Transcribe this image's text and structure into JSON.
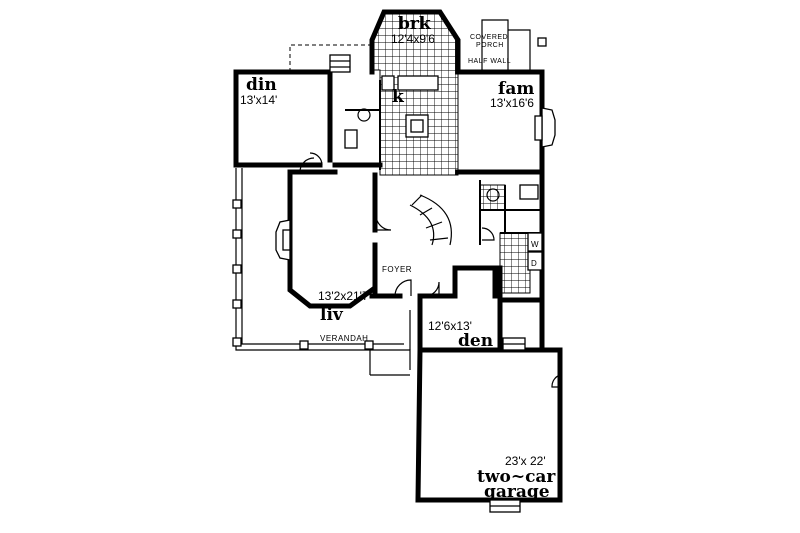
{
  "rooms": {
    "breakfast": {
      "name": "brk",
      "dims": "12'4x9'6"
    },
    "dining": {
      "name": "din",
      "dims": "13'x14'"
    },
    "family": {
      "name": "fam",
      "dims": "13'x16'6"
    },
    "kitchen": {
      "name": "k"
    },
    "living": {
      "name": "liv",
      "dims": "13'2x21'7"
    },
    "den": {
      "name": "den",
      "dims": "12'6x13'"
    },
    "garage": {
      "name_line1": "two~car",
      "name_line2": "garage",
      "dims": "23'x 22'"
    },
    "foyer": {
      "name": "FOYER"
    },
    "verandah": {
      "name": "VERANDAH"
    }
  },
  "labels": {
    "covered_porch_line1": "COVERED",
    "covered_porch_line2": "PORCH",
    "half_wall": "HALF WALL",
    "washer": "W",
    "dryer": "D"
  }
}
